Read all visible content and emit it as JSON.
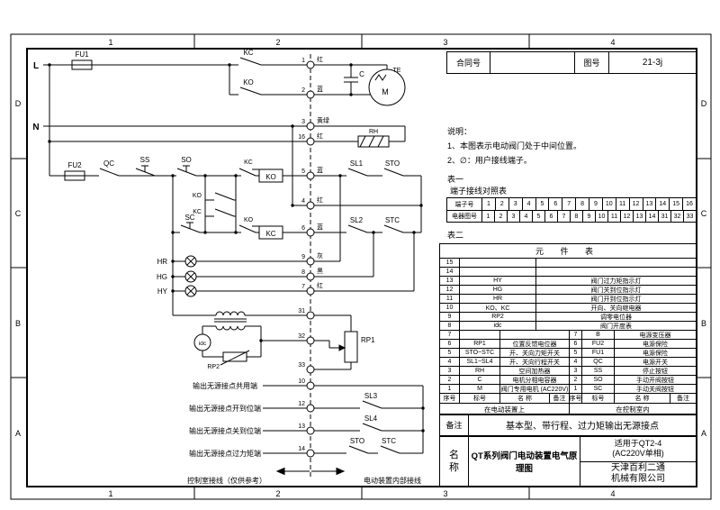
{
  "zones": {
    "cols": [
      "1",
      "2",
      "3",
      "4"
    ],
    "rows": [
      "D",
      "C",
      "B",
      "A"
    ]
  },
  "header": {
    "contract_label": "合同号",
    "drawing_label": "图号",
    "drawing_no": "21-3j"
  },
  "notes": {
    "title": "说明：",
    "item1": "1、本图表示电动阀门处于中间位置。",
    "item2": "2、∅：用户接线端子。"
  },
  "table1": {
    "label": "表一",
    "title": "端子接线对照表",
    "row1_label": "端子号",
    "row1": [
      "1",
      "2",
      "3",
      "4",
      "5",
      "6",
      "7",
      "8",
      "9",
      "10",
      "11",
      "12",
      "13",
      "14",
      "15",
      "16"
    ],
    "row2_label": "电器图号",
    "row2": [
      "1",
      "2",
      "3",
      "4",
      "5",
      "6",
      "7",
      "8",
      "9",
      "10",
      "11",
      "12",
      "13",
      "14",
      "31",
      "32",
      "33"
    ]
  },
  "table2": {
    "label": "表二",
    "title": "元 件 表",
    "col_headers": [
      "序号",
      "标号",
      "名 称",
      "备注"
    ],
    "loc_left": "在电动装置上",
    "loc_right": "在控制室内",
    "upper_rows": [
      {
        "no": "15",
        "code": "",
        "name": ""
      },
      {
        "no": "14",
        "code": "",
        "name": ""
      },
      {
        "no": "13",
        "code": "HY",
        "name": "阀门过力矩指示灯"
      },
      {
        "no": "12",
        "code": "HG",
        "name": "阀门关到位指示灯"
      },
      {
        "no": "11",
        "code": "HR",
        "name": "阀门开到位指示灯"
      },
      {
        "no": "10",
        "code": "KO、KC",
        "name": "开向、关向继电器"
      },
      {
        "no": "9",
        "code": "RP2",
        "name": "调零电位器"
      },
      {
        "no": "8",
        "code": "idc",
        "name": "阀门开度表"
      }
    ],
    "left_rows": [
      {
        "no": "7",
        "code": "",
        "name": ""
      },
      {
        "no": "6",
        "code": "RP1",
        "name": "位置反馈电位器"
      },
      {
        "no": "5",
        "code": "STO~STC",
        "name": "开、关向力矩开关"
      },
      {
        "no": "4",
        "code": "SL1~SL4",
        "name": "开、关向行程开关"
      },
      {
        "no": "3",
        "code": "RH",
        "name": "空间加热器"
      },
      {
        "no": "2",
        "code": "C",
        "name": "电机分相电容器"
      },
      {
        "no": "1",
        "code": "M",
        "name": "阀门专用电机 (AC220V)"
      }
    ],
    "right_rows": [
      {
        "no": "7",
        "code": "B",
        "name": "电源变压器"
      },
      {
        "no": "6",
        "code": "FU2",
        "name": "电源保险"
      },
      {
        "no": "5",
        "code": "FU1",
        "name": "电源保险"
      },
      {
        "no": "4",
        "code": "QC",
        "name": "电源开关"
      },
      {
        "no": "3",
        "code": "SS",
        "name": "停止按钮"
      },
      {
        "no": "2",
        "code": "SO",
        "name": "手动开阀按钮"
      },
      {
        "no": "1",
        "code": "SC",
        "name": "手动关阀按钮"
      }
    ]
  },
  "remark": {
    "label": "备注",
    "text": "基本型、带行程、过力矩输出无源接点"
  },
  "titleblock": {
    "name_label": "名称",
    "title": "QT系列阀门电动装置电气原理图",
    "applicable1": "适用于QT2-4",
    "applicable2": "(AC220V单相)",
    "company1": "天津百利二通",
    "company2": "机械有限公司"
  },
  "schematic": {
    "l": "L",
    "n": "N",
    "fu1": "FU1",
    "fu2": "FU2",
    "qc": "QC",
    "ss": "SS",
    "so": "SO",
    "sc": "SC",
    "kc": "KC",
    "ko": "KO",
    "c": "C",
    "m": "M",
    "te": "TE",
    "rh": "RH",
    "sl1": "SL1",
    "sl2": "SL2",
    "sl3": "SL3",
    "sl4": "SL4",
    "sto": "STO",
    "stc": "STC",
    "hr": "HR",
    "hg": "HG",
    "hy": "HY",
    "idc": "idc",
    "rp1": "RP1",
    "rp2": "RP2",
    "terminals": [
      {
        "no": "1",
        "color": "红"
      },
      {
        "no": "2",
        "color": "蓝"
      },
      {
        "no": "3",
        "color": "黄绿"
      },
      {
        "no": "16",
        "color": "红"
      },
      {
        "no": "5",
        "color": "蓝"
      },
      {
        "no": "4",
        "color": "红"
      },
      {
        "no": "6",
        "color": "蓝"
      },
      {
        "no": "9",
        "color": "灰"
      },
      {
        "no": "8",
        "color": "黑"
      },
      {
        "no": "7",
        "color": "红"
      },
      {
        "no": "31",
        "color": ""
      },
      {
        "no": "32",
        "color": ""
      },
      {
        "no": "33",
        "color": ""
      },
      {
        "no": "10",
        "color": ""
      },
      {
        "no": "12",
        "color": ""
      },
      {
        "no": "13",
        "color": ""
      },
      {
        "no": "14",
        "color": ""
      }
    ],
    "outputs": [
      "输出无源接点共用端",
      "输出无源接点开到位端",
      "输出无源接点关到位端",
      "输出无源接点过力矩端"
    ],
    "wiring_left": "控制室接线（仅供参考）",
    "wiring_right": "电动装置内部接线"
  }
}
